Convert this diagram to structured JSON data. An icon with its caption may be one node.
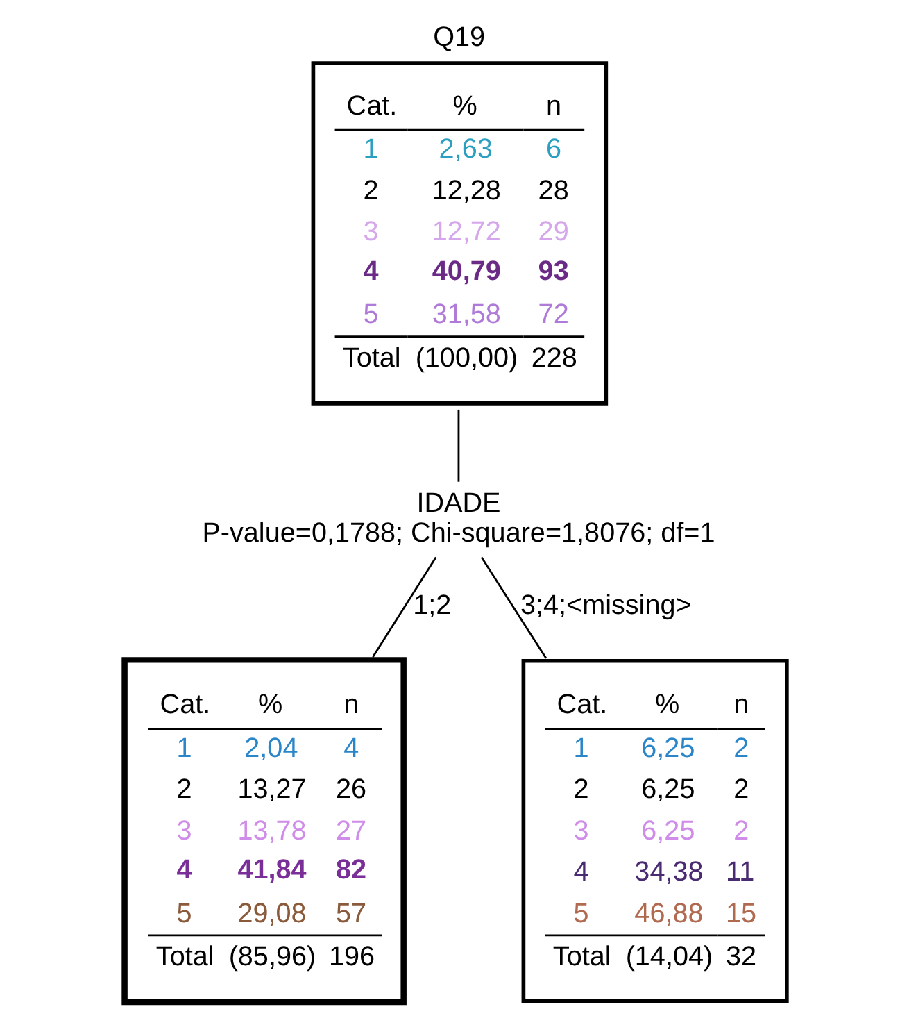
{
  "diagram": {
    "nodes": [
      {
        "text": [
          "Q19",
          "Cat.",
          "%",
          "n",
          "1",
          "2,63",
          "6",
          "2",
          "12,28",
          "28",
          "3",
          "12,72",
          "29",
          "4",
          "40,79",
          "93",
          "5",
          "31,58",
          "72",
          "Total",
          "(100,00)",
          "228"
        ]
      },
      {
        "text": [
          "IDADE",
          "P-value=0,1788; Chi-square=1,8076; df=1"
        ]
      },
      {
        "text": [
          "Cat.",
          "%",
          "n",
          "1",
          "2,04",
          "4",
          "2",
          "13,27",
          "26",
          "3",
          "13,78",
          "27",
          "4",
          "41,84",
          "82",
          "5",
          "29,08",
          "57",
          "Total",
          "(85,96)",
          "196"
        ]
      },
      {
        "text": [
          "Cat.",
          "%",
          "n",
          "1",
          "6,25",
          "2",
          "2",
          "6,25",
          "2",
          "3",
          "6,25",
          "2",
          "4",
          "34,38",
          "11",
          "5",
          "46,88",
          "15",
          "Total",
          "(14,04)",
          "32"
        ]
      }
    ],
    "edges": [
      {
        "from": 0,
        "to": 1,
        "arrow": "none"
      },
      {
        "from": 1,
        "to": 2,
        "arrow": "none",
        "label": "1;2"
      },
      {
        "from": 1,
        "to": 3,
        "arrow": "none",
        "label": "3;4;<missing>"
      }
    ]
  }
}
